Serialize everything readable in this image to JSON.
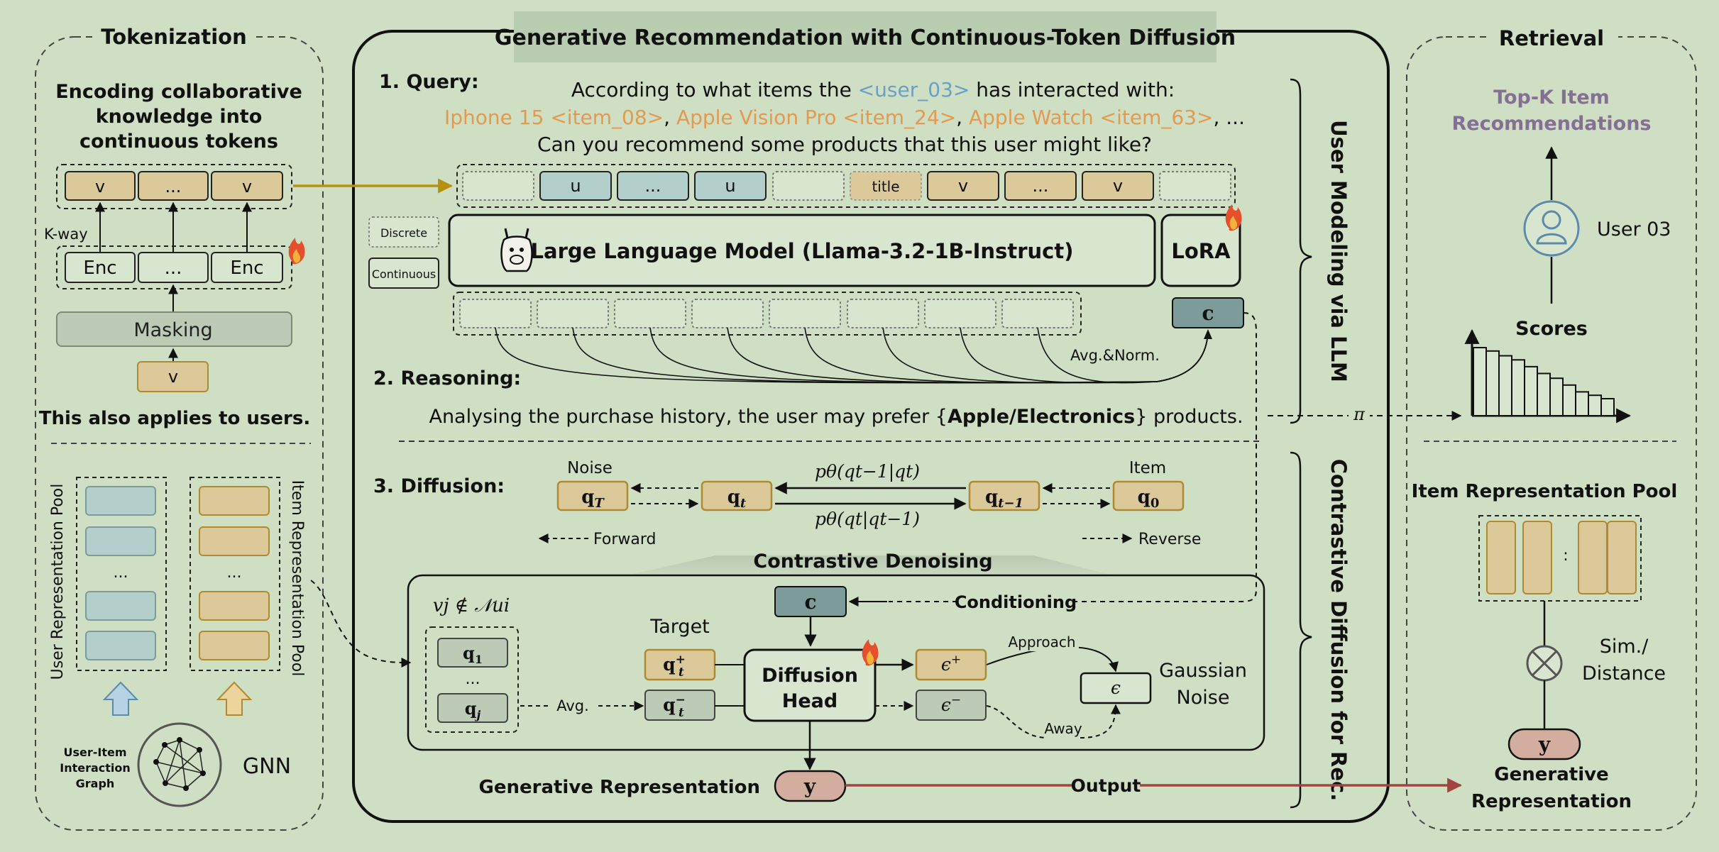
{
  "tokenization": {
    "title": "Tokenization",
    "heading_lines": [
      "Encoding collaborative",
      "knowledge into",
      "continuous tokens"
    ],
    "token_labels": [
      "v",
      "...",
      "v"
    ],
    "kway_label": "K-way",
    "enc_labels": [
      "Enc",
      "...",
      "Enc"
    ],
    "masking_label": "Masking",
    "input_label": "v",
    "applies_note": "This also applies to users.",
    "user_pool_label": "User Representation Pool",
    "item_pool_label": "Item Representation Pool",
    "pool_ellipsis": "...",
    "graph_label_lines": [
      "User-Item",
      "Interaction",
      "Graph"
    ],
    "gnn_label": "GNN"
  },
  "center": {
    "title": "Generative Recommendation with Continuous-Token Diffusion",
    "query": {
      "label": "1. Query:",
      "line1_prefix": "According to what items the ",
      "line1_user": "<user_03>",
      "line1_suffix": " has interacted with:",
      "line2_items": [
        "Iphone 15 <item_08>",
        "Apple Vision Pro <item_24>",
        "Apple Watch <item_63>"
      ],
      "line2_sep": ", ",
      "line2_tail": ", ...",
      "line3": "Can you recommend some products that this user might like?"
    },
    "token_row": [
      "",
      "u",
      "...",
      "u",
      "",
      "title",
      "v",
      "...",
      "v",
      ""
    ],
    "legend": {
      "discrete": "Discrete",
      "continuous": "Continuous"
    },
    "llm_label": "Large Language Model (Llama-3.2-1B-Instruct)",
    "lora_label": "LoRA",
    "c_label": "c",
    "avg_norm_label": "Avg.&Norm.",
    "reasoning": {
      "label": "2. Reasoning:",
      "text_prefix": "Analysing the purchase history, the user may prefer {",
      "text_bold": "Apple/Electronics",
      "text_suffix": "} products."
    },
    "diffusion": {
      "label": "3. Diffusion:",
      "noise_label": "Noise",
      "item_label": "Item",
      "p_top": "pθ(qt−1|qt)",
      "p_bottom": "pθ(qt|qt−1)",
      "forward_label": "Forward",
      "reverse_label": "Reverse",
      "contrastive_title": "Contrastive Denoising",
      "neg_set_label": "vj ∉ 𝒩ui",
      "conditioning_label": "Conditioning",
      "target_label": "Target",
      "avg_label": "Avg.",
      "head_label_lines": [
        "Diffusion",
        "Head"
      ],
      "approach_label": "Approach",
      "away_label": "Away",
      "gaussian_lines": [
        "Gaussian",
        "Noise"
      ],
      "gen_rep_label": "Generative Representation",
      "y_label": "y",
      "output_label": "Output",
      "neg_ellipsis": "..."
    },
    "side_labels": [
      "User Modeling via LLM",
      "Contrastive Diffusion for Rec."
    ],
    "pi_label": "π"
  },
  "retrieval": {
    "title": "Retrieval",
    "topk_lines": [
      "Top-K Item",
      "Recommendations"
    ],
    "user_label": "User 03",
    "scores_label": "Scores",
    "scores": [
      1.0,
      0.95,
      0.88,
      0.82,
      0.72,
      0.62,
      0.55,
      0.45,
      0.35,
      0.3,
      0.25
    ],
    "pool_title": "Item Representation Pool",
    "pool_ellipsis": ":",
    "sim_lines": [
      "Sim./",
      "Distance"
    ],
    "y_label": "y",
    "gen_rep_lines": [
      "Generative",
      "Representation"
    ]
  },
  "colors": {
    "background": "#cfdfc4",
    "tan": "#dbc99a",
    "tan_stroke": "#b08a2e",
    "blue_token": "#b2cfcb",
    "teal_dark": "#7d9c99",
    "orange_text": "#e39a4f",
    "blue_text": "#6aa0c4",
    "purple_text": "#866f94",
    "arrow_gold": "#b8900f",
    "arrow_red": "#a0463e",
    "y_fill": "#d3ae9e",
    "user_icon": "#5b8ba8"
  }
}
